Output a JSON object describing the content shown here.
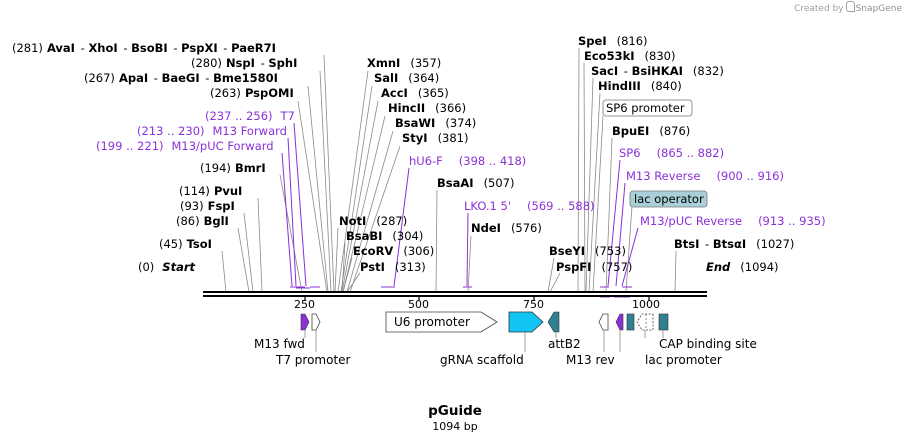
{
  "credit": {
    "prefix": "Created by",
    "brand": "SnapGene"
  },
  "plasmid": {
    "name": "pGuide",
    "length": "1094 bp"
  },
  "palette": {
    "enzyme": "#000000",
    "primer": "#8b30d8",
    "backbone": "#000000",
    "U6": "#ffffff",
    "scaffold": "#10c4f4",
    "teal": "#2f8090",
    "purple": "#8b30d8"
  },
  "enzymes": [
    {
      "pos": "(281)",
      "name": "AvaI"
    },
    {
      "pos": "",
      "name": "XhoI"
    },
    {
      "pos": "",
      "name": "BsoBI"
    },
    {
      "pos": "",
      "name": "PspXI"
    },
    {
      "pos": "",
      "name": "PaeR7I"
    },
    {
      "pos": "(280)",
      "name": "NspI"
    },
    {
      "pos": "",
      "name": "SphI"
    },
    {
      "pos": "(267)",
      "name": "ApaI"
    },
    {
      "pos": "",
      "name": "BaeGI"
    },
    {
      "pos": "",
      "name": "Bme1580I"
    },
    {
      "pos": "(263)",
      "name": "PspOMI"
    },
    {
      "pos": "(194)",
      "name": "BmrI"
    },
    {
      "pos": "(114)",
      "name": "PvuI"
    },
    {
      "pos": "(93)",
      "name": "FspI"
    },
    {
      "pos": "(86)",
      "name": "BglI"
    },
    {
      "pos": "(45)",
      "name": "TsoI"
    },
    {
      "pos": "(0)",
      "name": "Start"
    },
    {
      "pos": "(357)",
      "name": "XmnI"
    },
    {
      "pos": "(364)",
      "name": "SalI"
    },
    {
      "pos": "(365)",
      "name": "AccI"
    },
    {
      "pos": "(366)",
      "name": "HincII"
    },
    {
      "pos": "(374)",
      "name": "BsaWI"
    },
    {
      "pos": "(381)",
      "name": "StyI"
    },
    {
      "pos": "(287)",
      "name": "NotI"
    },
    {
      "pos": "(304)",
      "name": "BsaBI"
    },
    {
      "pos": "(306)",
      "name": "EcoRV"
    },
    {
      "pos": "(313)",
      "name": "PstI"
    },
    {
      "pos": "(507)",
      "name": "BsaAI"
    },
    {
      "pos": "(576)",
      "name": "NdeI"
    },
    {
      "pos": "(816)",
      "name": "SpeI"
    },
    {
      "pos": "(830)",
      "name": "Eco53kI"
    },
    {
      "pos": "(832)",
      "name": "SacI"
    },
    {
      "pos": "",
      "name": "BsiHKAI"
    },
    {
      "pos": "(840)",
      "name": "HindIII"
    },
    {
      "pos": "(876)",
      "name": "BpuEI"
    },
    {
      "pos": "(753)",
      "name": "BseYI"
    },
    {
      "pos": "(757)",
      "name": "PspFI"
    },
    {
      "pos": "(1027)",
      "name": "BtsI"
    },
    {
      "pos": "",
      "name": "BtsαI"
    },
    {
      "pos": "(1094)",
      "name": "End"
    }
  ],
  "primers": [
    {
      "range": "(237 .. 256)",
      "name": "T7"
    },
    {
      "range": "(213 .. 230)",
      "name": "M13 Forward"
    },
    {
      "range": "(199 .. 221)",
      "name": "M13/pUC Forward"
    },
    {
      "range": "(398 .. 418)",
      "name": "hU6-F"
    },
    {
      "range": "(569 .. 588)",
      "name": "LKO.1 5'"
    },
    {
      "range": "(865 .. 882)",
      "name": "SP6"
    },
    {
      "range": "(900 .. 916)",
      "name": "M13 Reverse"
    },
    {
      "range": "(913 .. 935)",
      "name": "M13/pUC Reverse"
    }
  ],
  "boxed_features": [
    {
      "name": "SP6 promoter"
    },
    {
      "name": "lac operator"
    }
  ],
  "ruler": [
    "250",
    "500",
    "750",
    "1000"
  ],
  "features": [
    {
      "name": "M13 fwd"
    },
    {
      "name": "T7 promoter"
    },
    {
      "name": "U6 promoter"
    },
    {
      "name": "gRNA scaffold"
    },
    {
      "name": "attB2"
    },
    {
      "name": "M13 rev"
    },
    {
      "name": "lac promoter"
    },
    {
      "name": "CAP binding site"
    }
  ]
}
